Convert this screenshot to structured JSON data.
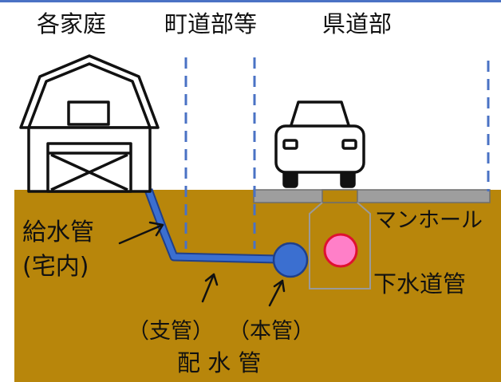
{
  "headers": {
    "households": "各家庭",
    "town_road": "町道部等",
    "prefectural_road": "県道部"
  },
  "labels": {
    "service_pipe_line1": "給水管",
    "service_pipe_line2": "(宅内)",
    "manhole": "マンホール",
    "sewer_pipe": "下水道管",
    "branch_pipe": "（支管）",
    "main_pipe": "（本管）",
    "distribution_pipe": "配 水 管"
  },
  "icons": [
    "barn-house-icon",
    "car-icon"
  ],
  "colors": {
    "ground": "#b8860b",
    "pipe": "#3b6fd0",
    "pipe_stroke": "#1f3f8a",
    "sewer_pipe": "#ff7fc8",
    "sewer_pipe_stroke": "#e01030",
    "boundary_line": "#4a72c4",
    "road_surface": "#9e9e9e",
    "top_rule": "#4a72c4"
  }
}
